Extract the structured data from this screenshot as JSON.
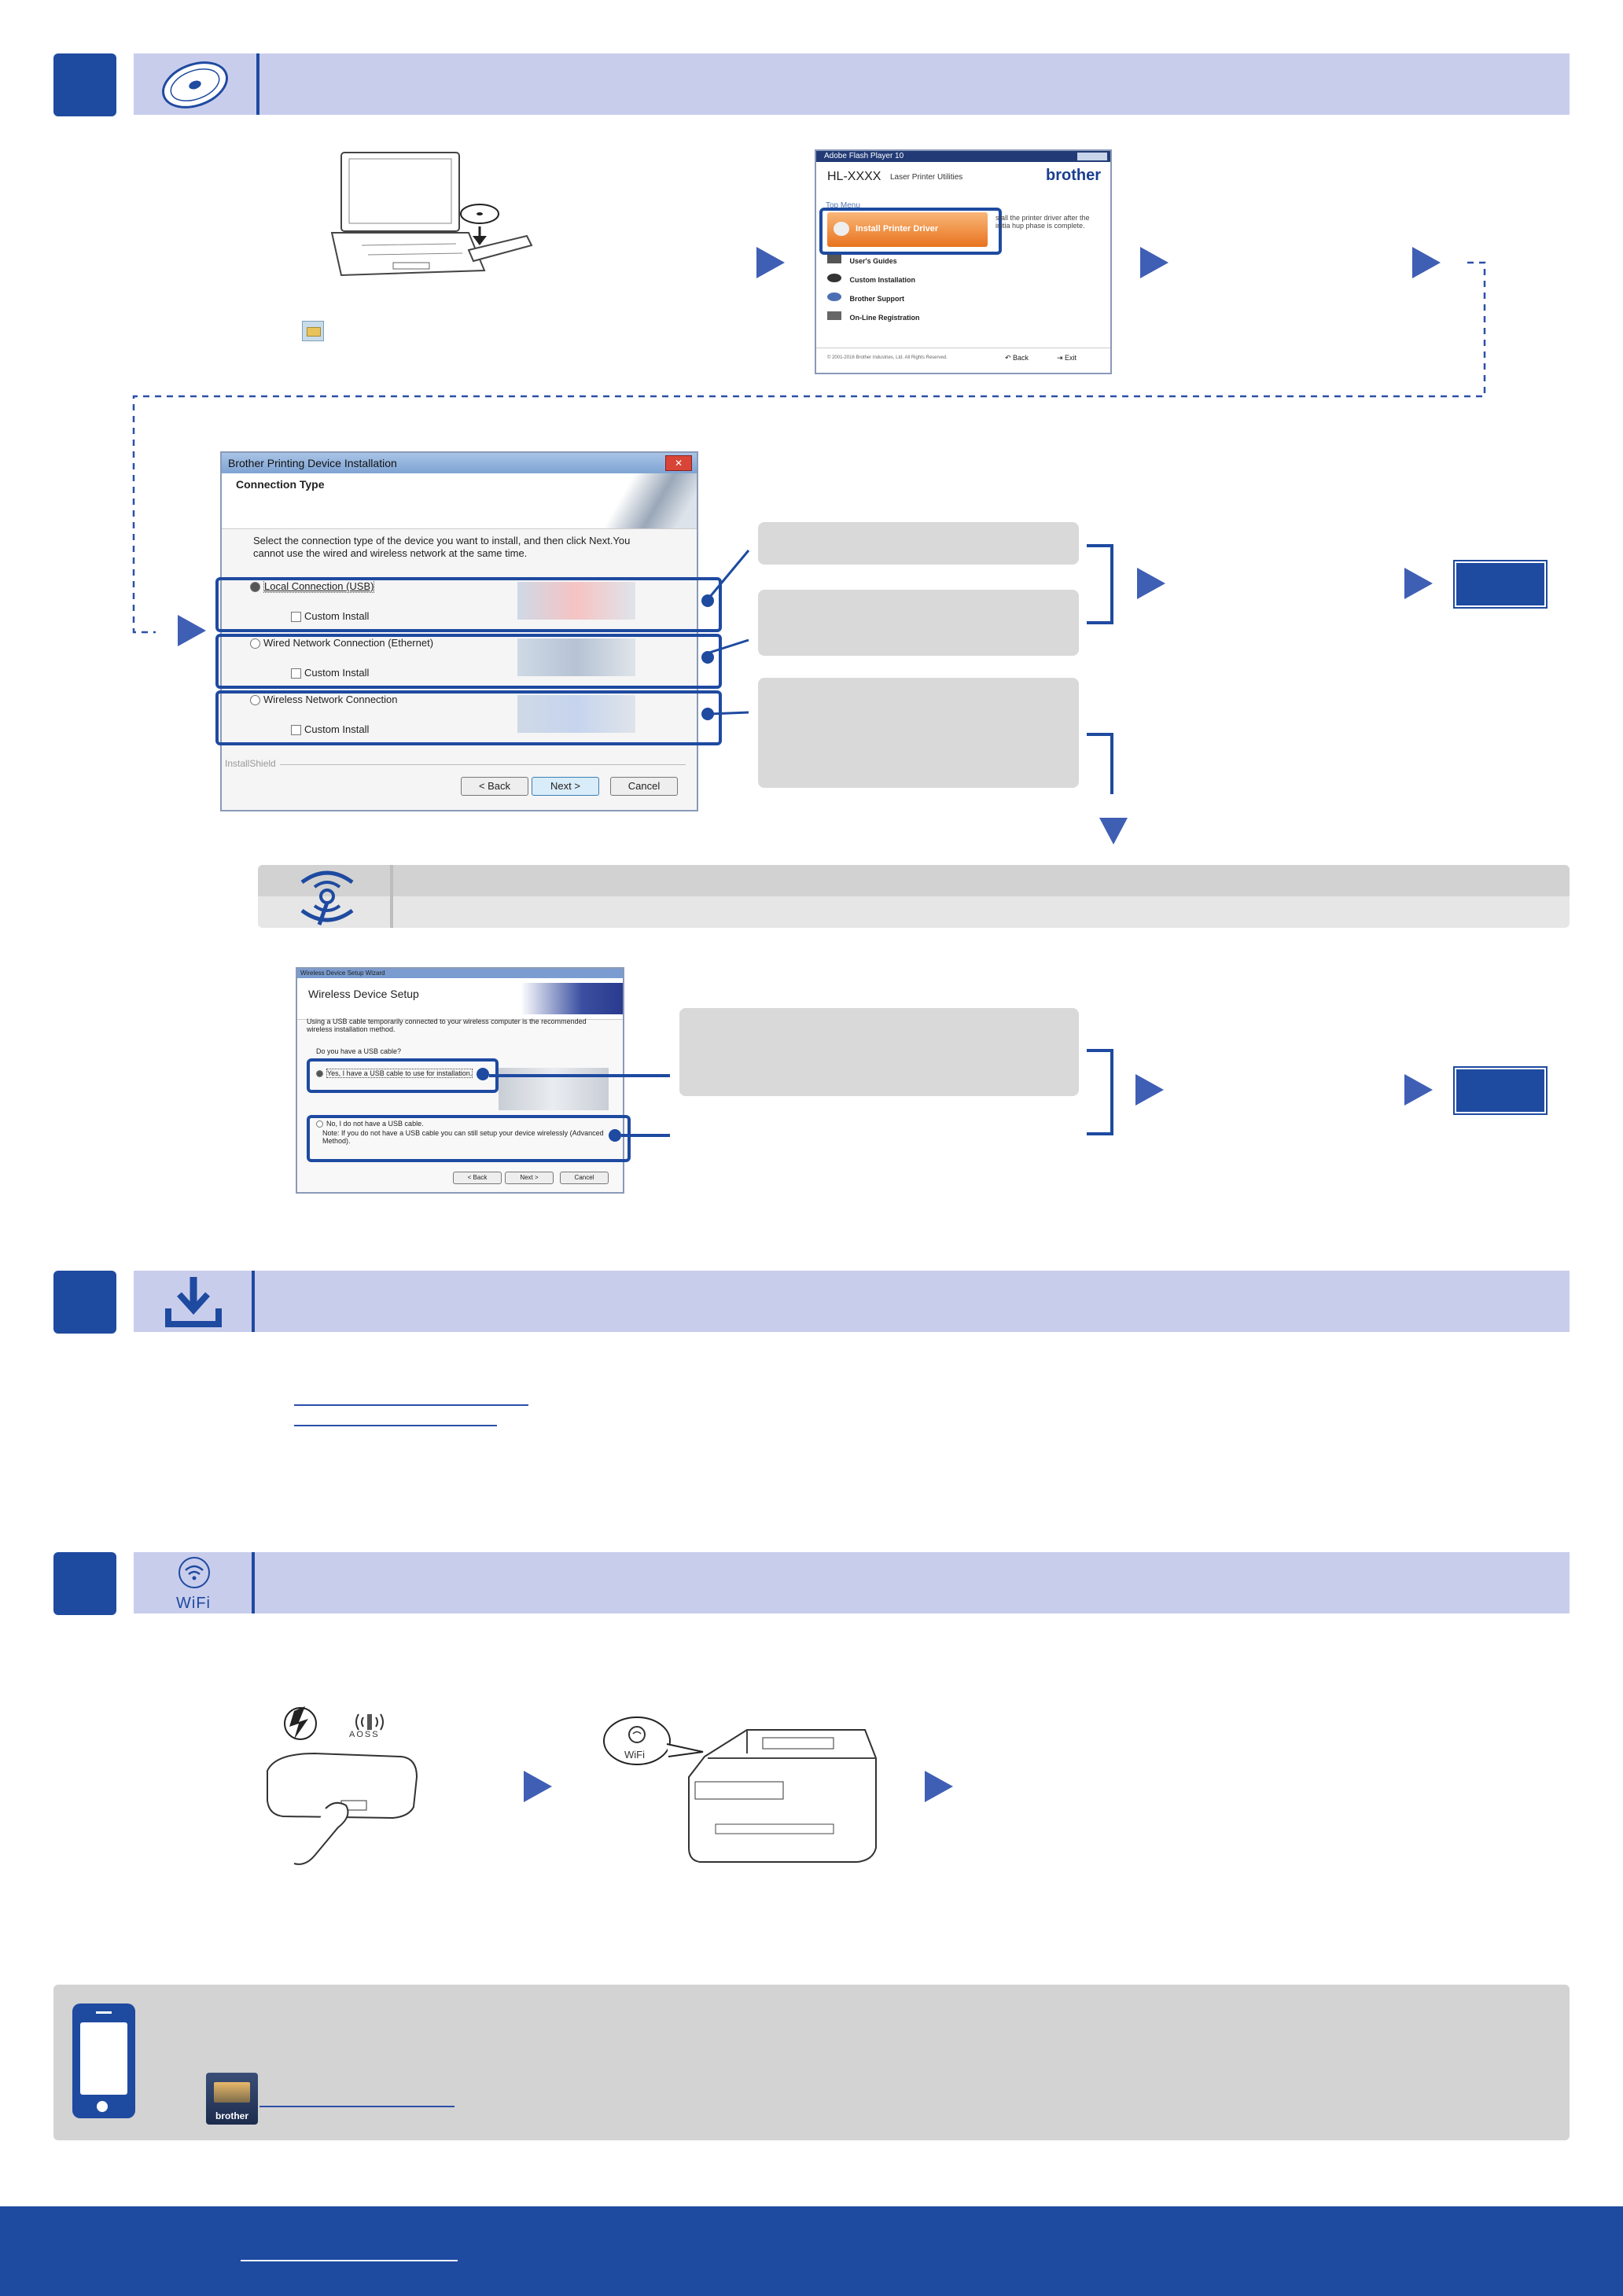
{
  "section1": {
    "laptop_caption": "",
    "menu_window": {
      "title": "Adobe Flash Player 10",
      "model": "HL-XXXX",
      "subtitle": "Laser Printer Utilities",
      "brand": "brother",
      "top_menu_label": "Top Menu",
      "items": [
        "Install Printer Driver",
        "User's Guides",
        "Custom Installation",
        "Brother Support",
        "On-Line Registration"
      ],
      "side_note": "stall the printer driver after the initia hup phase is complete.",
      "footer": "© 2001-2016 Brother Industries, Ltd. All Rights Reserved.",
      "back_label": "Back",
      "exit_label": "Exit"
    },
    "connection_dialog": {
      "title": "Brother Printing Device Installation",
      "heading": "Connection Type",
      "description": "Select the connection type of the device you want to install, and then click Next.You cannot use the wired and wireless network at the same time.",
      "options": [
        {
          "label": "Local Connection (USB)",
          "custom": "Custom Install"
        },
        {
          "label": "Wired Network Connection (Ethernet)",
          "custom": "Custom Install"
        },
        {
          "label": "Wireless Network Connection",
          "custom": "Custom Install"
        }
      ],
      "installshield": "InstallShield",
      "back_button": "< Back",
      "next_button": "Next >",
      "cancel_button": "Cancel"
    },
    "wireless_dialog": {
      "title": "Wireless Device Setup Wizard",
      "heading": "Wireless Device Setup",
      "description": "Using a USB cable temporarily connected to your wireless computer is the recommended wireless installation method.",
      "question": "Do you have a USB cable?",
      "option_yes": "Yes, I have a USB cable to use for installation.",
      "option_no": "No, I do not have a USB cable.",
      "option_no_note": "Note: If you do not have a USB cable you can still setup your device wirelessly (Advanced Method).",
      "back_button": "< Back",
      "next_button": "Next >",
      "cancel_button": "Cancel"
    }
  },
  "section3": {
    "wifi_label": "WiFi",
    "aoss_label": "AOSS",
    "printer_wifi_label": "WiFi"
  },
  "mobile": {
    "app_brand": "brother"
  },
  "colors": {
    "brand_blue": "#1e4aa0",
    "band_lavender": "#c9cdec",
    "arrow_blue": "#3f5fb5",
    "box_gray": "#d9d9d9",
    "panel_gray": "#d3d3d3"
  }
}
